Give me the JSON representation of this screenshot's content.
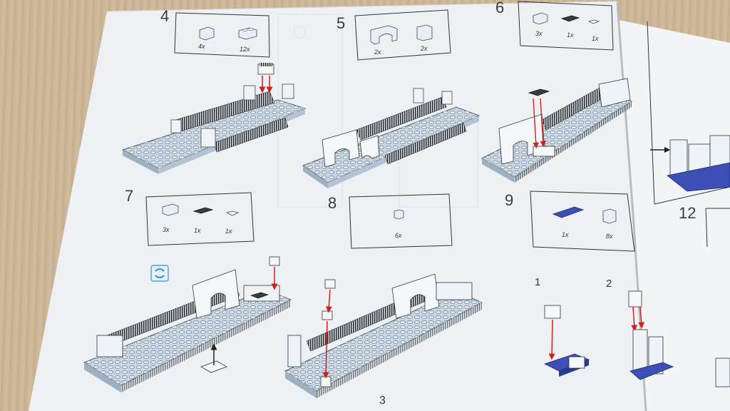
{
  "steps": [
    {
      "number": "4",
      "parts": [
        {
          "qty": "4x"
        },
        {
          "qty": "12x"
        }
      ]
    },
    {
      "number": "5",
      "parts": [
        {
          "qty": "2x"
        },
        {
          "qty": "2x"
        }
      ]
    },
    {
      "number": "6",
      "parts": [
        {
          "qty": "3x"
        },
        {
          "qty": "1x"
        },
        {
          "qty": "1x"
        }
      ]
    },
    {
      "number": "7",
      "parts": [
        {
          "qty": "3x"
        },
        {
          "qty": "1x"
        },
        {
          "qty": "1x"
        }
      ]
    },
    {
      "number": "8",
      "parts": [
        {
          "qty": "6x"
        }
      ]
    },
    {
      "number": "9",
      "parts": [
        {
          "qty": "1x"
        },
        {
          "qty": "8x"
        }
      ],
      "substeps": [
        "1",
        "2"
      ]
    },
    {
      "number": "12",
      "parts": []
    }
  ],
  "page_number": "3",
  "colors": {
    "paper": "#eef1f4",
    "brick_light": "#c9d6e3",
    "brick_dark": "#3b3b3b",
    "brick_blue": "#3c4fb5",
    "arrow_red": "#d0201c",
    "rotate_icon": "#2f8fd8"
  }
}
